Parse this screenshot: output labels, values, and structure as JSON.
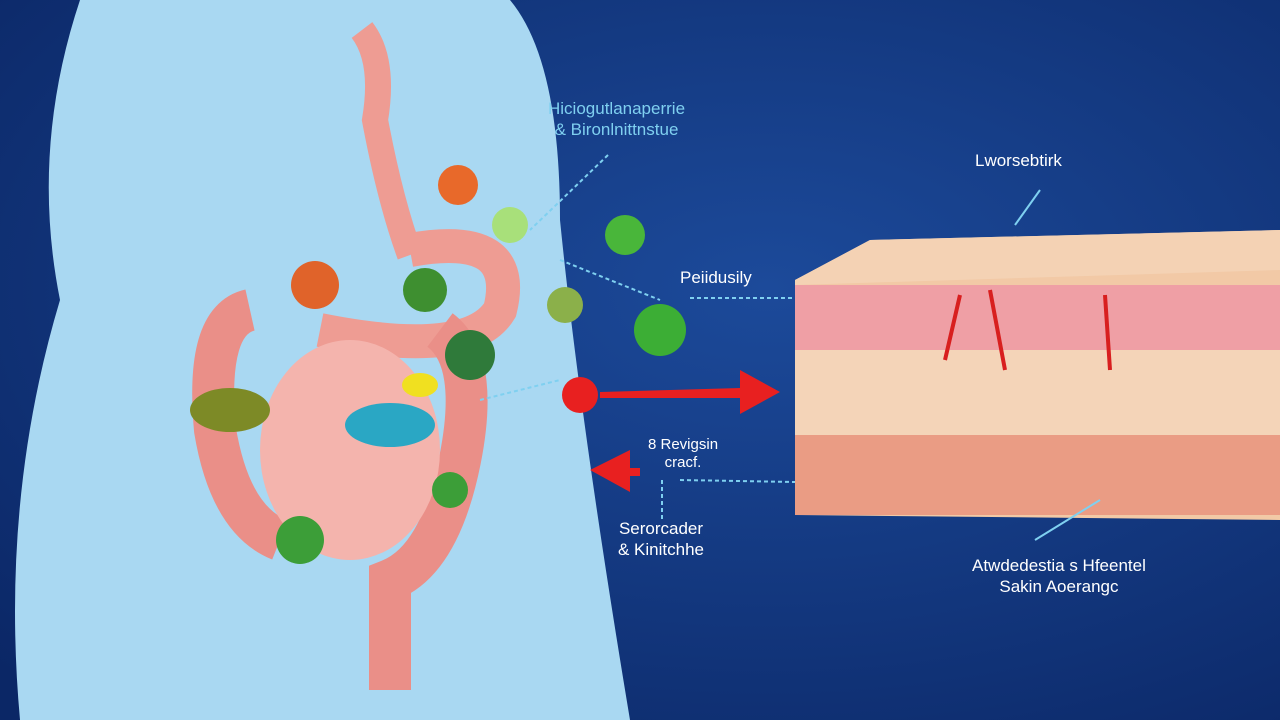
{
  "labels": {
    "top_left": {
      "line1": "Hiciogutlanaperrie",
      "line2": "& Bironlnittnstue"
    },
    "skin_top": "Lworsebtirk",
    "middle": "Peiidusily",
    "center": {
      "line1": "8 Revigsin",
      "line2": "cracf."
    },
    "bottom_left": {
      "line1": "Serorcader",
      "line2": "& Kinitchhe"
    },
    "bottom_right": {
      "line1": "Atwdedestia s Hfeentel",
      "line2": "Sakin Aoerangc"
    }
  },
  "colors": {
    "background": "#0f2f72",
    "body": "#a9d8f2",
    "intestine": "#ea8f88",
    "skin": "#f2c9a6",
    "arrow": "#e82020"
  }
}
